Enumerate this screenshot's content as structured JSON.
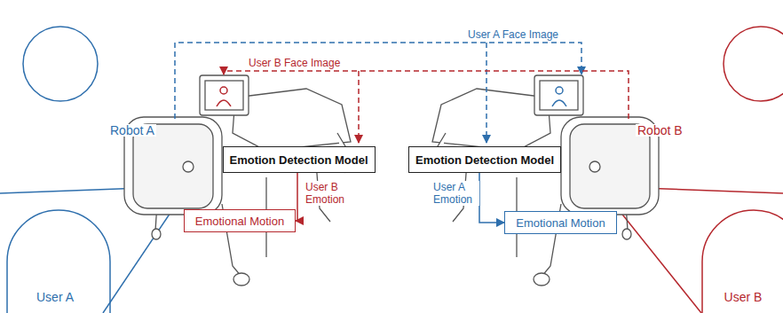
{
  "diagram": {
    "nodes": [
      {
        "text": [
          "Emotion Detection Model"
        ]
      },
      {
        "text": [
          "Emotional Motion"
        ]
      },
      {
        "text": [
          "Emotion Detection Model"
        ]
      },
      {
        "text": [
          "Emotional Motion"
        ]
      },
      {
        "text": [
          "User A"
        ]
      },
      {
        "text": [
          "User B"
        ]
      }
    ],
    "edges": [
      {
        "from": 0,
        "to": 1,
        "label": "User B Emotion",
        "arrow": "to"
      },
      {
        "from": 2,
        "to": 3,
        "label": "User A Emotion",
        "arrow": "to"
      }
    ],
    "labels": [
      "Robot A",
      "Robot B",
      "User A Face Image",
      "User B Face Image"
    ]
  }
}
